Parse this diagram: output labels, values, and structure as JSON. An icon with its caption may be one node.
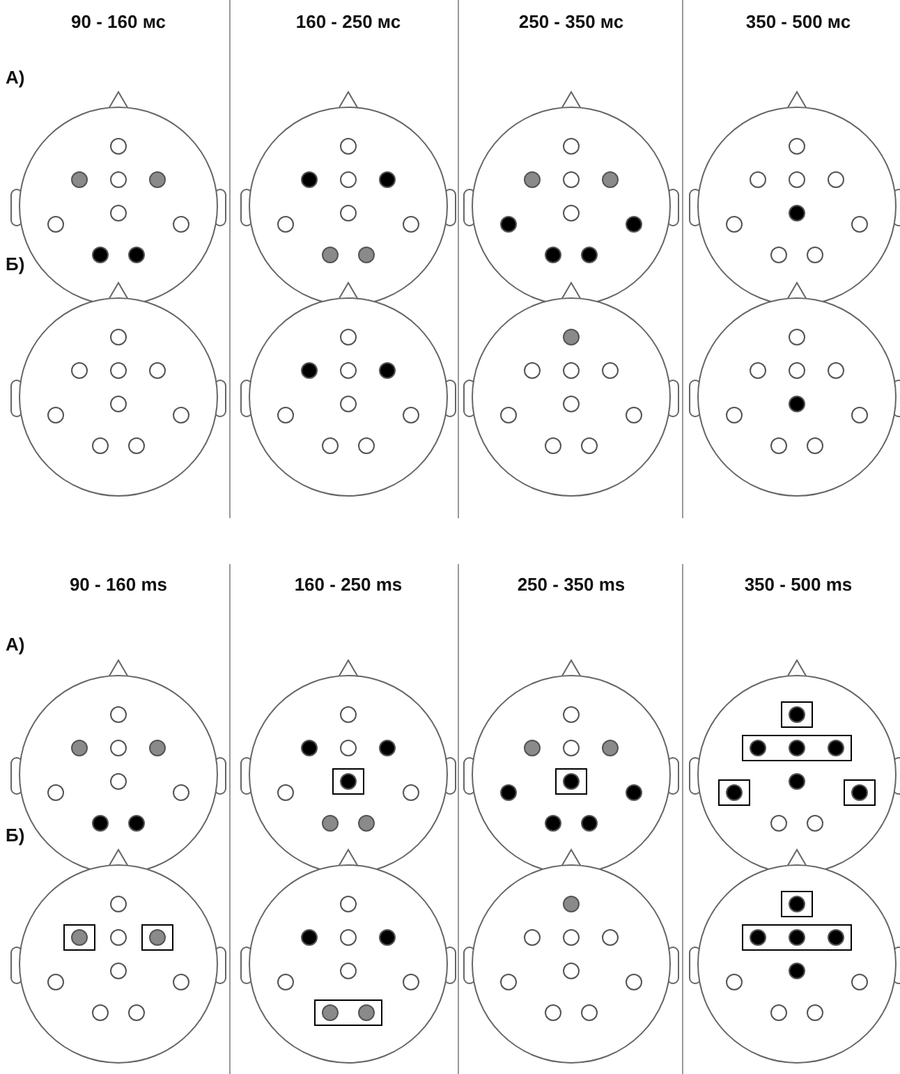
{
  "diagram": {
    "labels": [
      "90 - 160 мс",
      "160 - 250 мс",
      "250 - 350 мс",
      "350 - 500 мс",
      "А)",
      "Б)",
      "90 - 160 ms",
      "160 - 250 ms",
      "250 - 350 ms",
      "350 - 500 ms",
      "А)",
      "Б)"
    ]
  }
}
